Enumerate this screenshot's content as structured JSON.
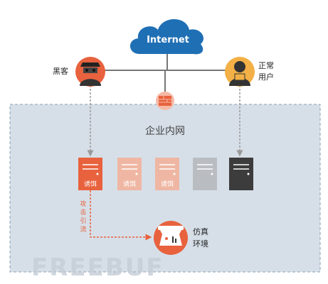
{
  "internet": {
    "label": "Internet"
  },
  "hacker": {
    "label": "黑客"
  },
  "user": {
    "label_line1": "正常",
    "label_line2": "用户"
  },
  "intranet": {
    "label": "企业内网"
  },
  "servers": [
    {
      "label": "诱饵",
      "state": "active"
    },
    {
      "label": "诱饵",
      "state": "faded"
    },
    {
      "label": "诱饵",
      "state": "faded"
    },
    {
      "label": "",
      "state": "faded-gray"
    },
    {
      "label": "",
      "state": "normal"
    }
  ],
  "attack_path": {
    "label": "攻击引流"
  },
  "sim_env": {
    "label_line1": "仿真",
    "label_line2": "环境"
  },
  "watermark": {
    "text": "FREEBUF"
  },
  "colors": {
    "cloud": "#1f6fb5",
    "accent_orange": "#e8623e",
    "user_yellow": "#f2b046",
    "intranet_bg": "#d6dfe8",
    "dark_server": "#3c3c3c",
    "line_gray": "#777777"
  }
}
